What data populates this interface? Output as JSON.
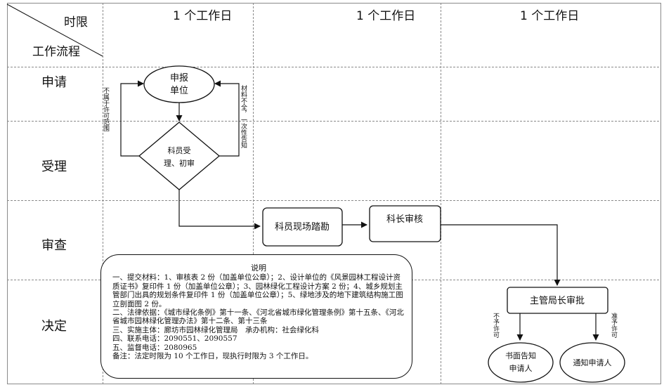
{
  "header": {
    "corner_top": "时限",
    "corner_bottom": "工作流程",
    "columns": [
      "1 个工作日",
      "1 个工作日",
      "1 个工作日"
    ]
  },
  "rows": [
    "申请",
    "受理",
    "审查",
    "决定"
  ],
  "nodes": {
    "apply_unit": [
      "申报",
      "单位"
    ],
    "clerk_review": [
      "科员受",
      "理、初审"
    ],
    "site_survey": "科员现场踏勘",
    "chief_review": "科长审核",
    "bureau_approve": "主管局长审批",
    "notify_written": [
      "书面告知",
      "申请人"
    ],
    "notify_applicant": "通知申请人"
  },
  "edge_labels": {
    "not_in_scope": "不属于许可范围",
    "incomplete_materials": "材料不全，一次性告知",
    "not_permitted": "不予许可",
    "permitted": "准予许可"
  },
  "note": {
    "title": "说明",
    "lines": [
      "一、提交材料：1、审核表 2 份（加盖单位公章）；2、设计单位的《风景园林工程设计资质证书》复印件 1 份（加盖单位公章）；3、园林绿化工程设计方案 2 份；4、城乡规划主管部门出具的规划条件复印件 1 份（加盖单位公章）；5、绿地涉及的地下建筑结构施工图立剖面图 2 份。",
      "二、法律依据：《城市绿化条例》第十一条、《河北省城市绿化管理条例》第十五条、《河北省城市园林绿化管理办法》第十二条、第十三条",
      "三、实施主体：廊坊市园林绿化管理局　承办机构：社会绿化科",
      "四、联系电话：2090551、2090557",
      "五、监督电话：2080965",
      "备注：法定时限为 10 个工作日，现执行时限为 3 个工作日。"
    ]
  },
  "colors": {
    "line": "#111111",
    "grid": "#8a8a8a",
    "background": "#ffffff"
  }
}
